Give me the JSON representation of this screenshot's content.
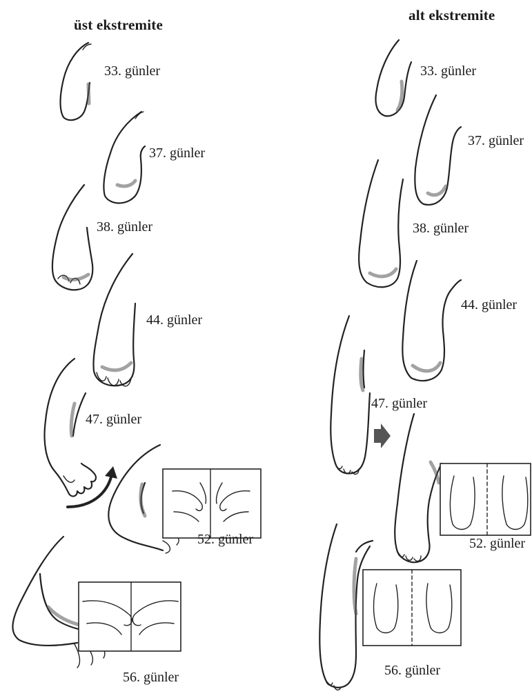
{
  "upper": {
    "title": "üst ekstremite",
    "stages": [
      {
        "label": "33. günler"
      },
      {
        "label": "37. günler"
      },
      {
        "label": "38. günler"
      },
      {
        "label": "44. günler"
      },
      {
        "label": "47. günler"
      },
      {
        "label": "52. günler"
      },
      {
        "label": "56. günler"
      }
    ]
  },
  "lower": {
    "title": "alt ekstremite",
    "stages": [
      {
        "label": "33. günler"
      },
      {
        "label": "37. günler"
      },
      {
        "label": "38. günler"
      },
      {
        "label": "44. günler"
      },
      {
        "label": "47. günler"
      },
      {
        "label": "52. günler"
      },
      {
        "label": "56. günler"
      }
    ]
  },
  "colors": {
    "line": "#222222",
    "shade": "#555555",
    "arrow": "#555555"
  }
}
